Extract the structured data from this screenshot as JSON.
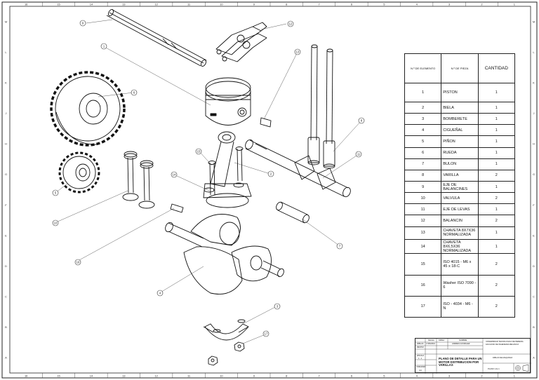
{
  "border": {
    "top_columns": [
      "16",
      "15",
      "14",
      "13",
      "12",
      "11",
      "10",
      "9",
      "8",
      "7",
      "6",
      "5",
      "4",
      "3",
      "2",
      "1"
    ],
    "bottom_columns": [
      "16",
      "15",
      "14",
      "13",
      "12",
      "11",
      "10",
      "9",
      "8",
      "7",
      "6",
      "5",
      "4",
      "3",
      "2",
      "1"
    ],
    "rows": [
      "M",
      "L",
      "K",
      "J",
      "H",
      "G",
      "F",
      "E",
      "D",
      "C",
      "B",
      "A"
    ]
  },
  "callouts": [
    "1",
    "2",
    "3",
    "4",
    "5",
    "6",
    "7",
    "8",
    "9",
    "10",
    "11",
    "12",
    "13",
    "14",
    "15",
    "16",
    "17"
  ],
  "bom": {
    "headers": {
      "item": "N.º DE ELEMENTO",
      "part": "N.º DE PIEZA",
      "qty": "CANTIDAD"
    },
    "rows": [
      {
        "n": "1",
        "desc": "PISTON",
        "q": "1"
      },
      {
        "n": "2",
        "desc": "BIELA",
        "q": "1"
      },
      {
        "n": "3",
        "desc": "BOMBERETE",
        "q": "1"
      },
      {
        "n": "4",
        "desc": "CIGUEÑAL",
        "q": "1"
      },
      {
        "n": "5",
        "desc": "PIÑON",
        "q": "1"
      },
      {
        "n": "6",
        "desc": "RUEDA",
        "q": "1"
      },
      {
        "n": "7",
        "desc": "BULON",
        "q": "1"
      },
      {
        "n": "8",
        "desc": "VARILLA",
        "q": "2"
      },
      {
        "n": "9",
        "desc": "EJE DE BALANCINES",
        "q": "1"
      },
      {
        "n": "10",
        "desc": "VALVULA",
        "q": "2"
      },
      {
        "n": "11",
        "desc": "EJE DE LEVAS",
        "q": "1"
      },
      {
        "n": "12",
        "desc": "BALANCIN",
        "q": "2"
      },
      {
        "n": "13",
        "desc": "CHAVETA 8X7X36 NORMALIZADA",
        "q": "1"
      },
      {
        "n": "14",
        "desc": "CHAVETA 8X6,5X36 NORMALIZADA",
        "q": "1"
      },
      {
        "n": "15",
        "desc": "ISO 4015 - M6 x 45 x 18-C",
        "q": "2"
      },
      {
        "n": "16",
        "desc": "Washer ISO 7090 - 6",
        "q": "2"
      },
      {
        "n": "17",
        "desc": "ISO - 4034 - M6 - N",
        "q": "2"
      }
    ]
  },
  "title_block": {
    "col_fecha": "FECHA",
    "col_firma": "FIRMA",
    "col_nombre": "NOMBRE",
    "dibujo": "DIBUJO",
    "reviso": "REVISO",
    "fecha_val": "17/06/2016",
    "nombre_val": "ANDRES GONZALEZ",
    "institution_1": "UNIVERSIDAD TECNOLOGICA DE PEREIRA",
    "institution_2": "FACULTAD DE INGENIERIA MECANICA",
    "escala": "ESCALA",
    "escala_val": "1 : 1",
    "unidades": "UNIDADES",
    "unidades_val": "mm",
    "title_1": "PLANO DE DETALLE PARA UN",
    "title_2": "MOTOR DISTRIBUCION POR",
    "title_3": "VARILLAS",
    "course": "DIBUJO DE MAQUINAS",
    "plano": "PLANO 1 de 1"
  }
}
